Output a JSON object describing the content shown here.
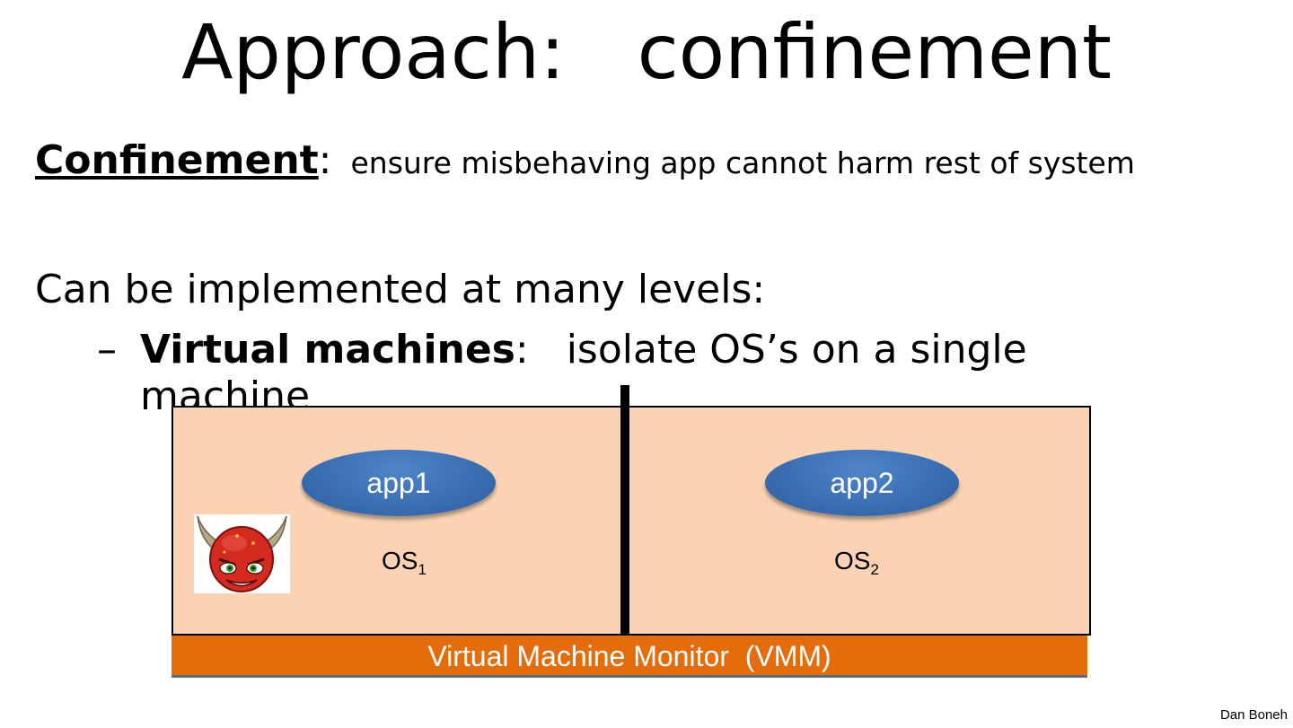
{
  "slide": {
    "title": "Approach:   confinement",
    "definition": {
      "term": "Confinement",
      "colon": ":",
      "text": "  ensure misbehaving app cannot harm rest of system"
    },
    "levels_intro": "Can be implemented at many levels:",
    "bullet": {
      "dash": "–",
      "term": "Virtual machines",
      "text": ":   isolate OS’s on a single machine"
    },
    "footer": "Dan Boneh"
  },
  "diagram": {
    "vms": [
      {
        "app": "app1",
        "os": "OS",
        "os_sub": "1"
      },
      {
        "app": "app2",
        "os": "OS",
        "os_sub": "2"
      }
    ],
    "vmm_label": "Virtual Machine Monitor  (VMM)",
    "colors": {
      "vm_fill": "#fbd3b4",
      "vmm_fill": "#e46c0a",
      "app_fill": "#3a6fb3",
      "devil_red": "#d42a1f"
    },
    "icons": {
      "attacker": "devil-icon"
    }
  }
}
